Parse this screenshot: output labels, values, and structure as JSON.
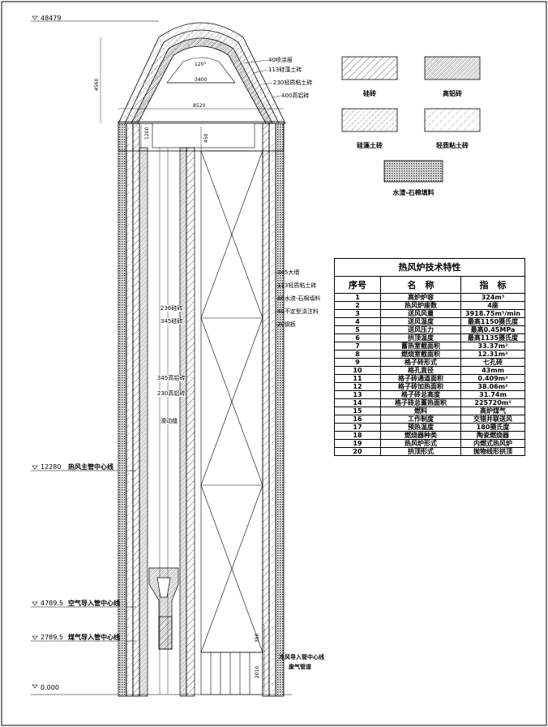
{
  "elevations": {
    "top": "48479",
    "hot_blast_center": "12280",
    "hot_blast_label": "热风主管中心线",
    "air_inlet": "4789.5",
    "air_inlet_label": "空气导入管中心线",
    "gas_inlet": "2789.5",
    "gas_inlet_label": "煤气导入管中心线",
    "ground": "0.000"
  },
  "dims": {
    "dome_height": "4560",
    "angle": "120°",
    "chord": "3400",
    "width": "8520",
    "d1": "1200",
    "d2": "450",
    "d3": "350",
    "d4": "2010"
  },
  "dome_labels": [
    "40喷涂层",
    "113硅藻土砖",
    "230轻质粘土砖",
    "400高铝砖"
  ],
  "shell_labels": [
    "345大墙",
    "113轻质粘土砖",
    "60水渣-石棉填料",
    "40不定型浇注料",
    "20钢板"
  ],
  "inner_labels": [
    "236硅砖",
    "345硅砖",
    "345高铝砖",
    "230高铝砖",
    "滑动缝"
  ],
  "bottom_labels": [
    "冷风导入管中心线",
    "废气管道"
  ],
  "legend": [
    {
      "name": "硅砖",
      "pattern": "p1"
    },
    {
      "name": "高铝砖",
      "pattern": "p2"
    },
    {
      "name": "硅藻土砖",
      "pattern": "p3"
    },
    {
      "name": "轻质粘土砖",
      "pattern": "p4"
    },
    {
      "name": "水渣-石棉填料",
      "pattern": "p5"
    }
  ],
  "table": {
    "title": "热风炉技术特性",
    "headers": [
      "序号",
      "名　称",
      "指　标"
    ],
    "rows": [
      [
        "1",
        "高炉炉容",
        "324m³"
      ],
      [
        "2",
        "热风炉座数",
        "4座"
      ],
      [
        "3",
        "送风风量",
        "3918.75m³/min"
      ],
      [
        "4",
        "送风温度",
        "最高1150摄氏度"
      ],
      [
        "5",
        "送风压力",
        "最高0.45MPa"
      ],
      [
        "6",
        "拱顶温度",
        "最高1135摄氏度"
      ],
      [
        "7",
        "蓄热室截面积",
        "33.37m²"
      ],
      [
        "8",
        "燃烧室截面积",
        "12.31m²"
      ],
      [
        "9",
        "格子砖形式",
        "七孔砖"
      ],
      [
        "10",
        "格孔直径",
        "43mm"
      ],
      [
        "11",
        "格子砖通道面积",
        "0.409m²"
      ],
      [
        "12",
        "格子砖加热面积",
        "38.06m²"
      ],
      [
        "13",
        "格子砖总高度",
        "31.74m"
      ],
      [
        "14",
        "格子砖总蓄热面积",
        "225720m²"
      ],
      [
        "15",
        "燃料",
        "高炉煤气"
      ],
      [
        "16",
        "工作制度",
        "交错并联送风"
      ],
      [
        "17",
        "预热温度",
        "180摄氏度"
      ],
      [
        "18",
        "燃烧器种类",
        "陶瓷燃烧器"
      ],
      [
        "19",
        "热风炉形式",
        "内燃式热风炉"
      ],
      [
        "20",
        "拱顶形式",
        "抛物线形拱顶"
      ]
    ]
  }
}
